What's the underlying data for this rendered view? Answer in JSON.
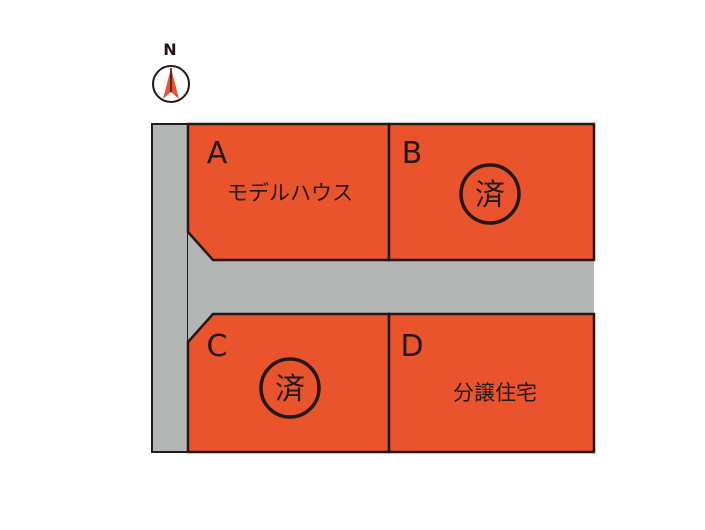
{
  "compass": {
    "label": "N",
    "icon": "north-arrow-icon"
  },
  "colors": {
    "lot_fill": "#e9542d",
    "road_fill": "#b4b5b5",
    "outline": "#231815",
    "compass_arrow": "#e9542d"
  },
  "lots": [
    {
      "id": "A",
      "letter": "A",
      "label": "モデルハウス",
      "status": ""
    },
    {
      "id": "B",
      "letter": "B",
      "label": "",
      "status": "済"
    },
    {
      "id": "C",
      "letter": "C",
      "label": "",
      "status": "済"
    },
    {
      "id": "D",
      "letter": "D",
      "label": "分譲住宅",
      "status": ""
    }
  ]
}
